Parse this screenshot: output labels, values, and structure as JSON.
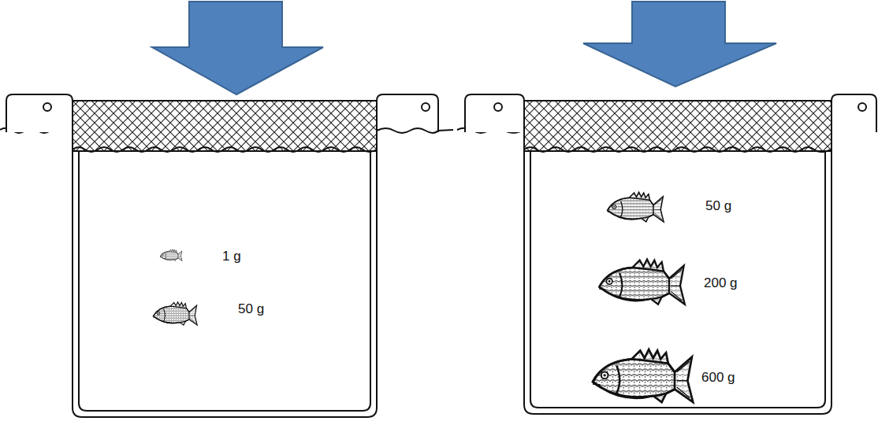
{
  "diagram": {
    "nodes": [
      {
        "text": [
          "1 g",
          "50 g"
        ]
      },
      {
        "text": [
          "50 g",
          "200 g",
          "600 g"
        ]
      }
    ]
  }
}
